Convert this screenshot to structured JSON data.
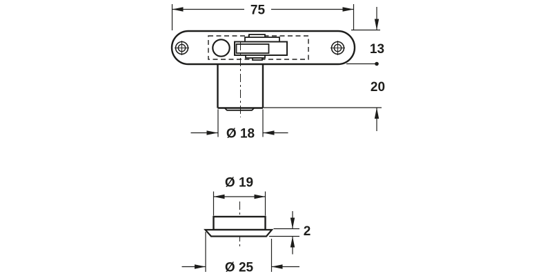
{
  "drawing": {
    "background_color": "#ffffff",
    "line_color": "#1d1d1b",
    "views": {
      "front_view": {
        "labels": {
          "plate_width": "75",
          "plate_height": "13",
          "body_depth": "20",
          "body_diameter": "Ø 18"
        }
      },
      "bushing_view": {
        "labels": {
          "inner_diameter": "Ø 19",
          "flange_thickness": "2",
          "flange_diameter": "Ø 25"
        }
      }
    }
  }
}
